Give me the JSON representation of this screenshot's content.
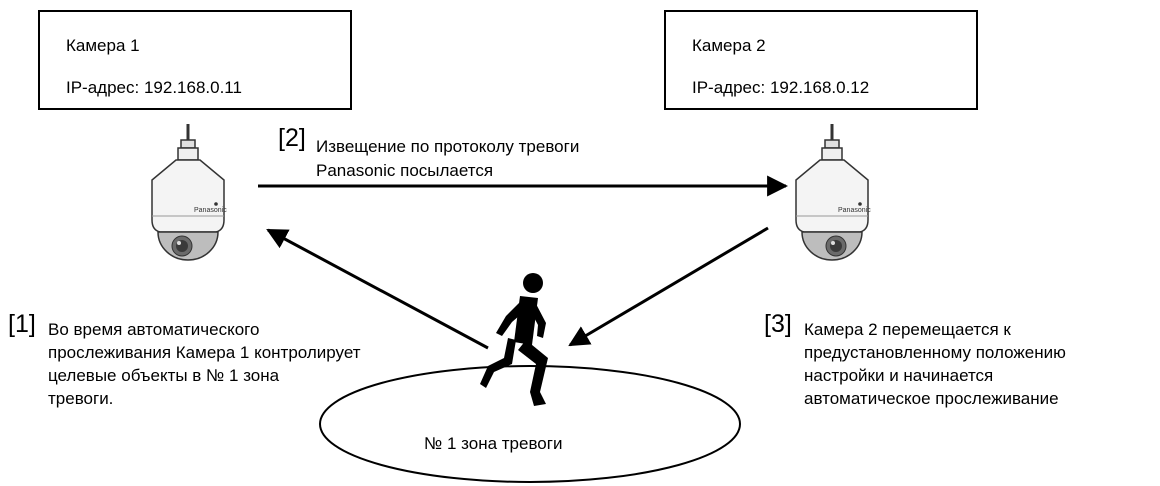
{
  "camera1": {
    "name": "Камера 1",
    "ip": "IP-адрес: 192.168.0.11",
    "brand": "Panasonic"
  },
  "camera2": {
    "name": "Камера 2",
    "ip": "IP-адрес: 192.168.0.12",
    "brand": "Panasonic"
  },
  "step2": {
    "number": "[2]",
    "lines": [
      "Извещение по протоколу тревоги",
      "Panasonic посылается"
    ]
  },
  "step1": {
    "number": "[1]",
    "lines": [
      "Во время автоматического",
      "прослеживания Камера 1 контролирует",
      "целевые объекты в № 1 зона",
      "тревоги."
    ]
  },
  "step3": {
    "number": "[3]",
    "lines": [
      "Камера 2 перемещается к",
      "предустановленному положению",
      "настройки и начинается",
      "автоматическое прослеживание"
    ]
  },
  "zone": {
    "label": "№ 1 зона тревоги"
  },
  "colors": {
    "line": "#000000",
    "camera_body": "#f4f4f4",
    "dome": "#bdbdbd",
    "lens": "#3a3a3a"
  }
}
